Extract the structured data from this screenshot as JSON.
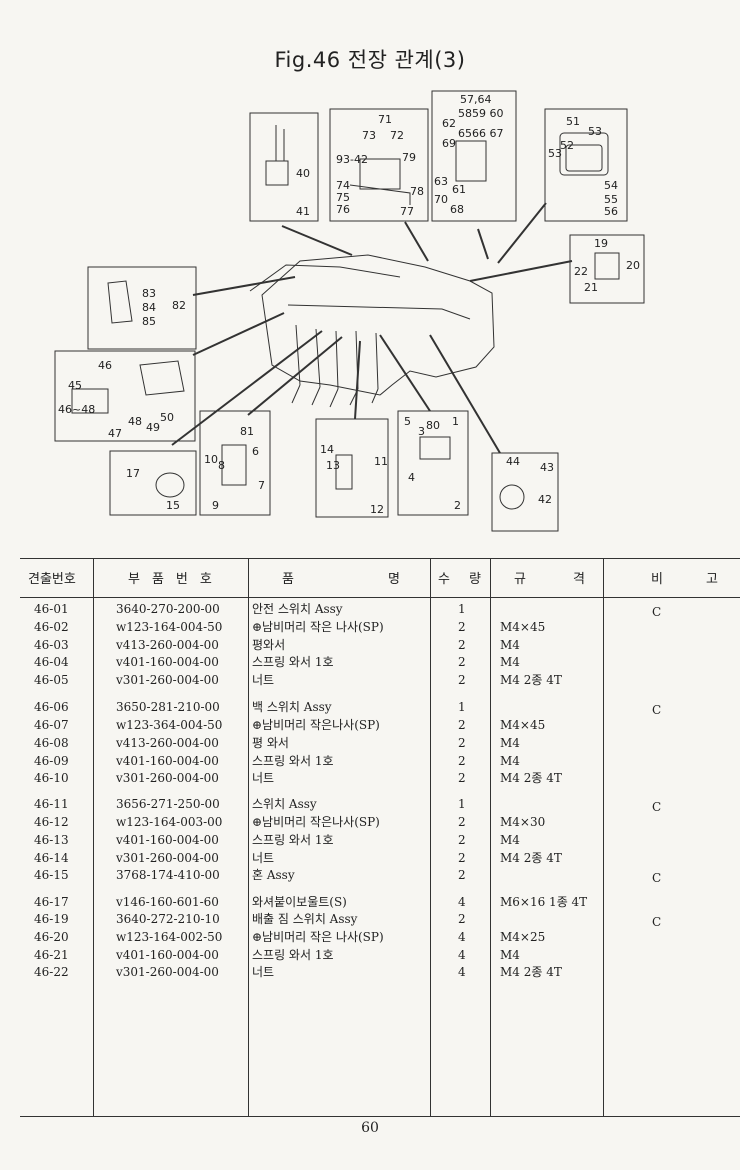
{
  "title": "Fig.46 전장 관계(3)",
  "diagram": {
    "callouts": {
      "top_left": [
        "40",
        "41"
      ],
      "top_mid": [
        "71",
        "73",
        "72",
        "93-42",
        "79",
        "74",
        "75",
        "76",
        "78",
        "77"
      ],
      "top_center": [
        "57,64",
        "58",
        "59",
        "60",
        "62",
        "65",
        "66",
        "67",
        "69",
        "63",
        "61",
        "70",
        "68"
      ],
      "top_right": [
        "51",
        "53",
        "52",
        "53",
        "54",
        "55",
        "56"
      ],
      "right": [
        "19",
        "22",
        "20",
        "21"
      ],
      "mirror": [
        "83",
        "84",
        "85",
        "82"
      ],
      "lamp": [
        "46",
        "45",
        "46~48",
        "47",
        "48",
        "49",
        "50"
      ],
      "horn": [
        "17",
        "15"
      ],
      "switch_a": [
        "81",
        "10",
        "8",
        "6",
        "7",
        "9"
      ],
      "switch_b": [
        "14",
        "13",
        "11",
        "12"
      ],
      "switch_c": [
        "5",
        "3",
        "80",
        "1",
        "4",
        "2"
      ],
      "round_lamp": [
        "44",
        "43",
        "42"
      ]
    }
  },
  "table": {
    "headers": {
      "no": "견출번호",
      "part": "부품번호",
      "name_a": "품",
      "name_b": "명",
      "qty_a": "수",
      "qty_b": "량",
      "spec_a": "규",
      "spec_b": "격",
      "note_a": "비",
      "note_b": "고"
    },
    "rows": [
      {
        "no": "46-01",
        "part": "3640-270-200-00",
        "name": "안전 스위치 Assy",
        "qty": "1",
        "spec": "",
        "note": "C"
      },
      {
        "no": "46-02",
        "part": "w123-164-004-50",
        "name": "⊕남비머리 작은 나사(SP)",
        "qty": "2",
        "spec": "M4×45",
        "note": ""
      },
      {
        "no": "46-03",
        "part": "v413-260-004-00",
        "name": "평와서",
        "qty": "2",
        "spec": "M4",
        "note": ""
      },
      {
        "no": "46-04",
        "part": "v401-160-004-00",
        "name": "스프링 와서 1호",
        "qty": "2",
        "spec": "M4",
        "note": ""
      },
      {
        "no": "46-05",
        "part": "v301-260-004-00",
        "name": "너트",
        "qty": "2",
        "spec": "M4 2종 4T",
        "note": ""
      },
      {
        "no": "46-06",
        "part": "3650-281-210-00",
        "name": "백 스위치 Assy",
        "qty": "1",
        "spec": "",
        "note": "C"
      },
      {
        "no": "46-07",
        "part": "w123-364-004-50",
        "name": "⊕남비머리 작은나사(SP)",
        "qty": "2",
        "spec": "M4×45",
        "note": ""
      },
      {
        "no": "46-08",
        "part": "v413-260-004-00",
        "name": "평 와서",
        "qty": "2",
        "spec": "M4",
        "note": ""
      },
      {
        "no": "46-09",
        "part": "v401-160-004-00",
        "name": "스프링 와서 1호",
        "qty": "2",
        "spec": "M4",
        "note": ""
      },
      {
        "no": "46-10",
        "part": "v301-260-004-00",
        "name": "너트",
        "qty": "2",
        "spec": "M4 2종 4T",
        "note": ""
      },
      {
        "no": "46-11",
        "part": "3656-271-250-00",
        "name": "스위치 Assy",
        "qty": "1",
        "spec": "",
        "note": "C"
      },
      {
        "no": "46-12",
        "part": "w123-164-003-00",
        "name": "⊕남비머리 작은나사(SP)",
        "qty": "2",
        "spec": "M4×30",
        "note": ""
      },
      {
        "no": "46-13",
        "part": "v401-160-004-00",
        "name": "스프링 와서 1호",
        "qty": "2",
        "spec": "M4",
        "note": ""
      },
      {
        "no": "46-14",
        "part": "v301-260-004-00",
        "name": "너트",
        "qty": "2",
        "spec": "M4 2종 4T",
        "note": ""
      },
      {
        "no": "46-15",
        "part": "3768-174-410-00",
        "name": "혼 Assy",
        "qty": "2",
        "spec": "",
        "note": "C"
      },
      {
        "no": "46-17",
        "part": "v146-160-601-60",
        "name": "와셔붙이보울트(S)",
        "qty": "4",
        "spec": "M6×16 1종 4T",
        "note": ""
      },
      {
        "no": "46-19",
        "part": "3640-272-210-10",
        "name": "배출 짐 스위치 Assy",
        "qty": "2",
        "spec": "",
        "note": "C"
      },
      {
        "no": "46-20",
        "part": "w123-164-002-50",
        "name": "⊕남비머리 작은 나사(SP)",
        "qty": "4",
        "spec": "M4×25",
        "note": ""
      },
      {
        "no": "46-21",
        "part": "v401-160-004-00",
        "name": "스프링 와서 1호",
        "qty": "4",
        "spec": "M4",
        "note": ""
      },
      {
        "no": "46-22",
        "part": "v301-260-004-00",
        "name": "너트",
        "qty": "4",
        "spec": "M4 2종 4T",
        "note": ""
      }
    ]
  },
  "page_number": "60"
}
